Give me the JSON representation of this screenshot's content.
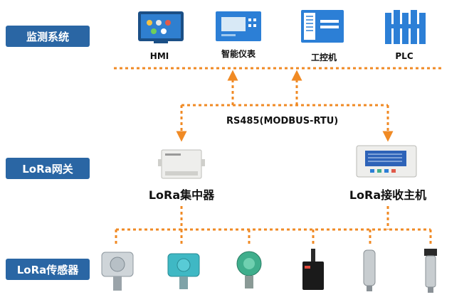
{
  "layers": {
    "monitoring": "监测系统",
    "gateway": "LoRa网关",
    "sensor": "LoRa传感器"
  },
  "devices": {
    "hmi": "HMI",
    "smart_meter": "智能仪表",
    "ipc": "工控机",
    "plc": "PLC"
  },
  "bus": {
    "label": "RS485(MODBUS-RTU)"
  },
  "gateways": {
    "concentrator": "LoRa集中器",
    "receiver": "LoRa接收主机"
  },
  "colors": {
    "accent": "#f08a24",
    "pill": "#2a66a4",
    "device_blue": "#2c7fd6",
    "sensor_teal": "#3fb8c4",
    "sensor_green": "#3fae8c"
  }
}
